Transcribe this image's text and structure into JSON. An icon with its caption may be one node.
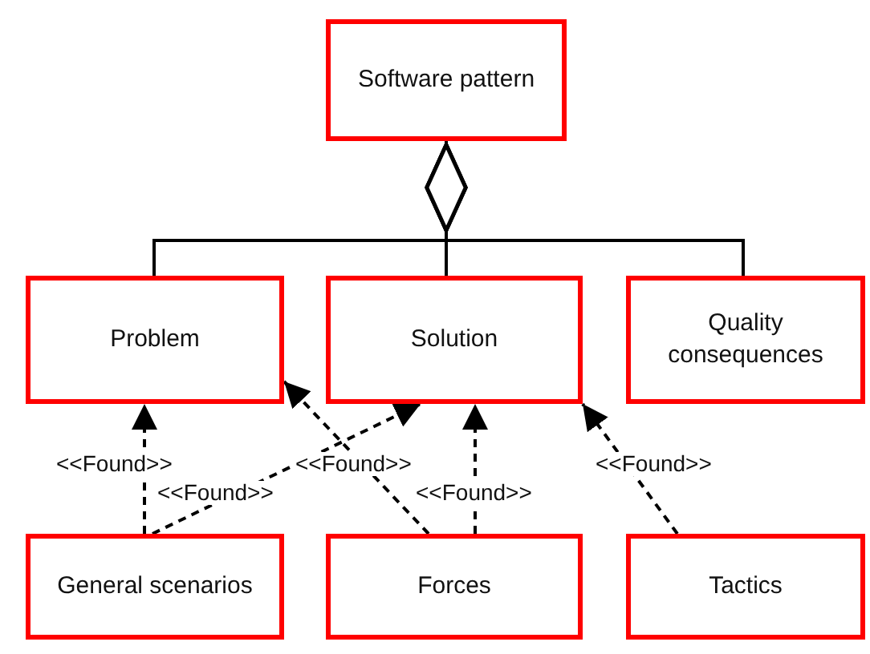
{
  "diagram": {
    "nodes": [
      {
        "text": [
          "Software pattern"
        ]
      },
      {
        "text": [
          "Problem"
        ]
      },
      {
        "text": [
          "Solution"
        ]
      },
      {
        "text": [
          "Quality consequences"
        ]
      },
      {
        "text": [
          "General scenarios"
        ]
      },
      {
        "text": [
          "Forces"
        ]
      },
      {
        "text": [
          "Tactics"
        ]
      }
    ],
    "edges": [
      {
        "from": 1,
        "to": 0,
        "arrow": "other"
      },
      {
        "from": 2,
        "to": 0,
        "arrow": "other"
      },
      {
        "from": 3,
        "to": 0,
        "arrow": "other"
      },
      {
        "from": 4,
        "to": 1,
        "arrow": "to",
        "label": "<<Found>>",
        "style": "dashed"
      },
      {
        "from": 4,
        "to": 2,
        "arrow": "to",
        "label": "<<Found>>",
        "style": "dashed"
      },
      {
        "from": 5,
        "to": 1,
        "arrow": "to",
        "label": "<<Found>>",
        "style": "dashed"
      },
      {
        "from": 5,
        "to": 2,
        "arrow": "to",
        "label": "<<Found>>",
        "style": "dashed"
      },
      {
        "from": 6,
        "to": 2,
        "arrow": "to",
        "label": "<<Found>>",
        "style": "dashed"
      }
    ]
  }
}
